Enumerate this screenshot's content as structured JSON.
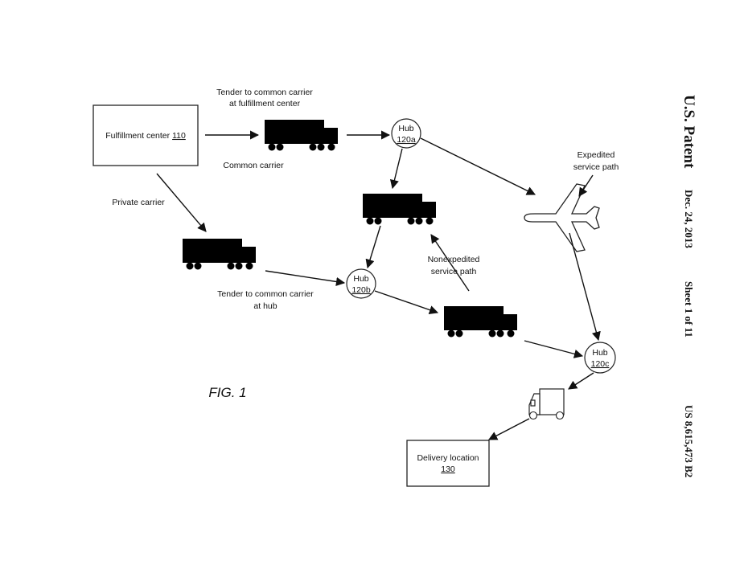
{
  "header": {
    "patent": "U.S. Patent",
    "date": "Dec. 24, 2013",
    "sheet": "Sheet 1 of 11",
    "number": "US 8,615,473 B2"
  },
  "figure_label": "FIG. 1",
  "nodes": {
    "fulfillment": {
      "name": "Fulfillment center ",
      "ref": "110"
    },
    "delivery": {
      "name": "Delivery location",
      "ref": "130"
    },
    "hub_a": {
      "name": "Hub",
      "ref": "120a"
    },
    "hub_b": {
      "name": "Hub",
      "ref": "120b"
    },
    "hub_c": {
      "name": "Hub",
      "ref": "120c"
    }
  },
  "labels": {
    "tender_fc_1": "Tender to common carrier",
    "tender_fc_2": "at fulfillment center",
    "common_carrier": "Common carrier",
    "private_carrier": "Private carrier",
    "tender_hub_1": "Tender to common carrier",
    "tender_hub_2": "at hub",
    "nonexp_1": "Nonexpedited",
    "nonexp_2": "service path",
    "exp_1": "Expedited",
    "exp_2": "service path"
  },
  "icons": [
    "truck-icon",
    "airplane-icon",
    "delivery-van-icon",
    "hub-circle"
  ]
}
